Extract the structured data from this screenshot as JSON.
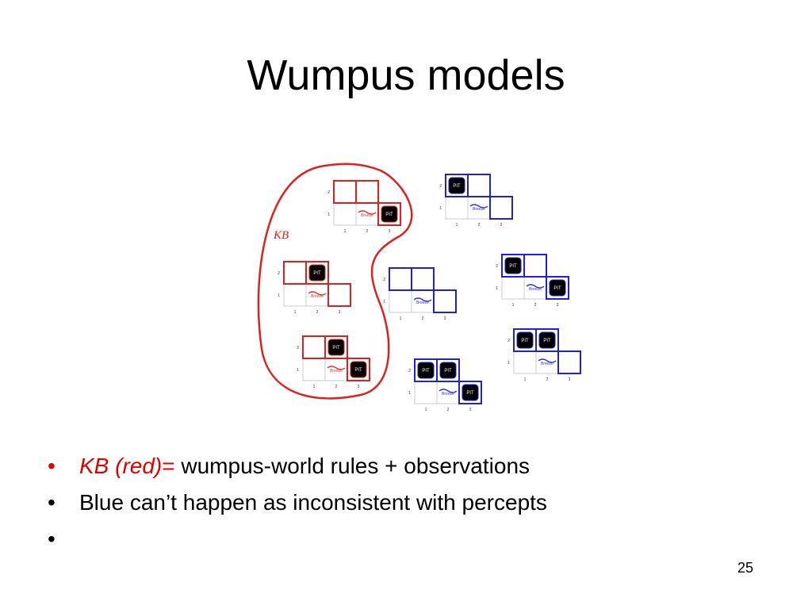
{
  "slide": {
    "title": "Wumpus models",
    "number": "25"
  },
  "diagram": {
    "kb_label": "KB",
    "pit_label": "PIT",
    "breeze_label": "Breeze",
    "row_labels": [
      "1",
      "2"
    ],
    "col_labels": [
      "1",
      "2",
      "3"
    ],
    "colors": {
      "kb": "#e02020",
      "blue": "#2222cc",
      "gray_line": "#c8c8d8",
      "pit_fill": "#000000",
      "breeze_red": "#e03030",
      "breeze_blue": "#3030d0"
    },
    "models": [
      {
        "group": "kb",
        "pits": [
          "3,1"
        ]
      },
      {
        "group": "kb",
        "pits": [
          "2,2"
        ]
      },
      {
        "group": "kb",
        "pits": [
          "2,2",
          "3,1"
        ]
      },
      {
        "group": "blue",
        "pits": [
          "1,2"
        ]
      },
      {
        "group": "blue",
        "pits": []
      },
      {
        "group": "blue",
        "pits": [
          "1,2",
          "3,1"
        ]
      },
      {
        "group": "blue",
        "pits": [
          "1,2",
          "2,2"
        ]
      },
      {
        "group": "blue",
        "pits": [
          "1,2",
          "2,2",
          "3,1"
        ]
      }
    ]
  },
  "bullets": [
    {
      "red_part": "KB  (red)",
      "eq": "= ",
      "rest": "wumpus-world rules + observations"
    },
    {
      "text": "Blue can’t happen as inconsistent with percepts"
    },
    {
      "text": ""
    }
  ]
}
